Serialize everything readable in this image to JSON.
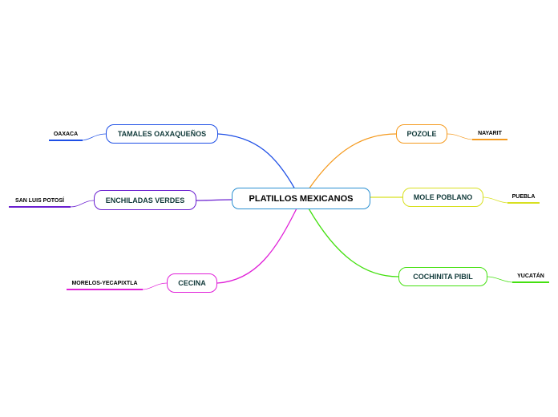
{
  "map": {
    "central": {
      "label": "PLATILLOS MEXICANOS",
      "color": "#2a8fd1"
    },
    "branches": {
      "tamales": {
        "label": "TAMALES OAXAQUEÑOS",
        "color": "#1e4fe6",
        "leaf": "OAXACA"
      },
      "enchiladas": {
        "label": "ENCHILADAS VERDES",
        "color": "#6a1fd0",
        "leaf": "SAN LUIS POTOSÍ"
      },
      "cecina": {
        "label": "CECINA",
        "color": "#e020d8",
        "leaf": "MORELOS-YECAPIXTLA"
      },
      "pozole": {
        "label": "POZOLE",
        "color": "#f59a1e",
        "leaf": "NAYARIT"
      },
      "mole": {
        "label": "MOLE POBLANO",
        "color": "#d8e020",
        "leaf": "PUEBLA"
      },
      "cochinita": {
        "label": "COCHINITA PIBIL",
        "color": "#44e010",
        "leaf": "YUCATÁN"
      }
    }
  }
}
